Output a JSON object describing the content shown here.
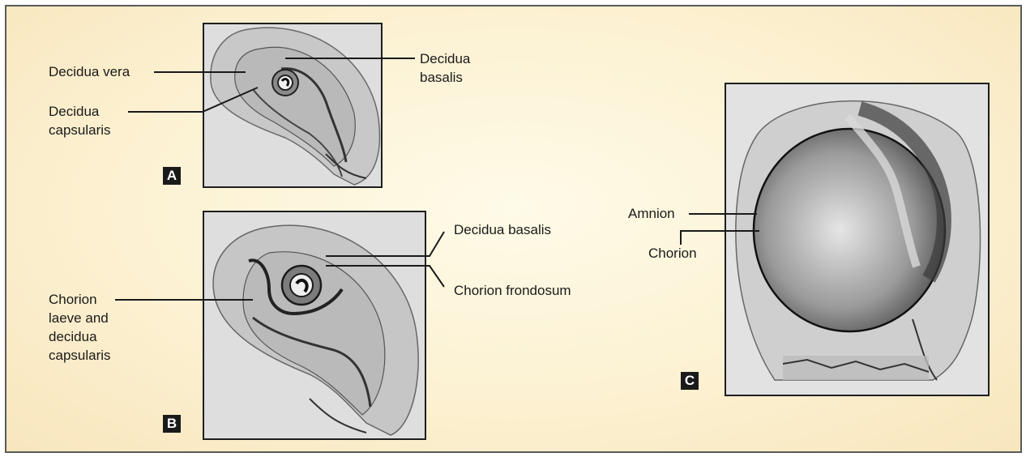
{
  "panels": {
    "a": {
      "badge": "A",
      "labels": {
        "decidua_vera": "Decidua vera",
        "decidua_basalis_1": "Decidua",
        "decidua_basalis_2": "basalis",
        "decidua_capsularis_1": "Decidua",
        "decidua_capsularis_2": "capsularis"
      }
    },
    "b": {
      "badge": "B",
      "labels": {
        "decidua_basalis": "Decidua basalis",
        "chorion_frondosum": "Chorion frondosum",
        "chorion_laeve_1": "Chorion",
        "chorion_laeve_2": "laeve and",
        "chorion_laeve_3": "decidua",
        "chorion_laeve_4": "capsularis"
      }
    },
    "c": {
      "badge": "C",
      "labels": {
        "amnion": "Amnion",
        "chorion": "Chorion"
      }
    }
  },
  "colors": {
    "background": "#fcf1d2",
    "panel_fill": "#e4e4e4",
    "line": "#1a1a1a"
  }
}
